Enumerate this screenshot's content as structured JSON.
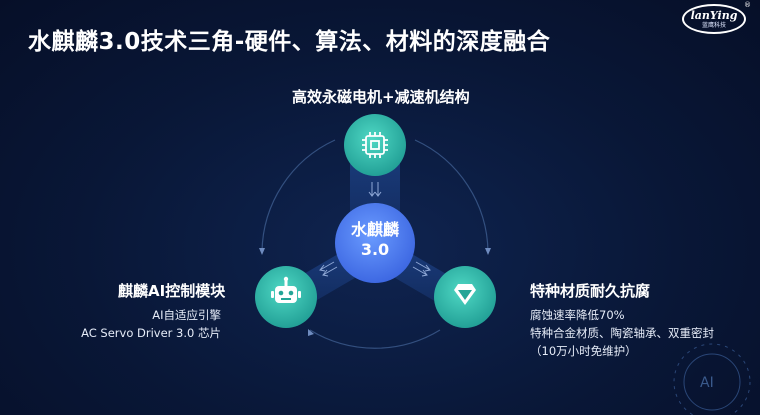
{
  "header": {
    "title": "水麒麟3.0技术三角-硬件、算法、材料的深度融合"
  },
  "logo": {
    "brand": "lanYing",
    "subtitle": "蓝鹰科技",
    "registered": "®"
  },
  "center": {
    "line1": "水麒麟",
    "line2": "3.0"
  },
  "nodes": {
    "top": {
      "title": "高效永磁电机+减速机结构",
      "icon": "chip-icon"
    },
    "left": {
      "title": "麒麟AI控制模块",
      "icon": "robot-icon",
      "lines": [
        "AI自适应引擎",
        "AC Servo Driver 3.0 芯片"
      ]
    },
    "right": {
      "title": "特种材质耐久抗腐",
      "icon": "diamond-icon",
      "lines": [
        "腐蚀速率降低70%",
        "特种合金材质、陶瓷轴承、双重密封",
        "（10万小时免维护）"
      ]
    }
  },
  "watermark": "AI",
  "colors": {
    "background": "#091737",
    "node_teal": "#2fb8a8",
    "center_blue": "#4a7bf0",
    "connector": "#2a4f9a"
  }
}
